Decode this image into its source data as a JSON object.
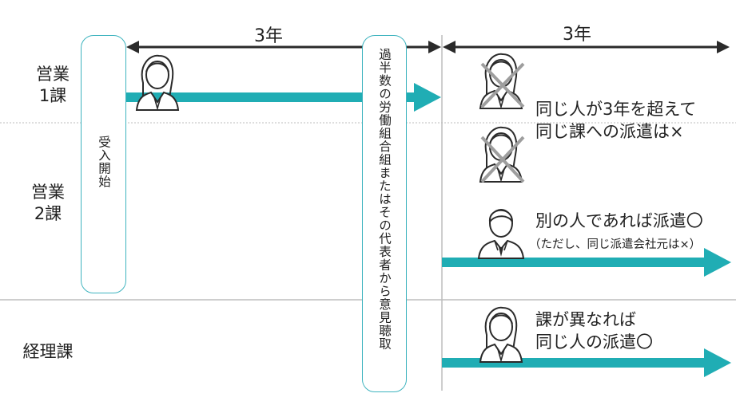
{
  "departments": {
    "sales1_line1": "営業",
    "sales1_line2": "1課",
    "sales2_line1": "営業",
    "sales2_line2": "2課",
    "accounting": "経理課"
  },
  "accept_start": "受入開始",
  "union_hearing": "過半数の労働組合組またはその代表者から意見聴取",
  "periods": {
    "first": "3年",
    "second": "3年"
  },
  "notes": {
    "same_person_line1": "同じ人が3年を超えて",
    "same_person_line2": "同じ課への派遣は×",
    "other_person": "別の人であれば派遣〇",
    "other_person_caveat": "（ただし、同じ派遣会社元は×）",
    "diff_dept_line1": "課が異なれば",
    "diff_dept_line2": "同じ人の派遣〇"
  },
  "colors": {
    "teal": "#20adb4",
    "teal_border": "#3fb4bf",
    "dark": "#2a2a2a",
    "cross": "#9e9e9e",
    "divider": "#bdbdbd"
  },
  "icons": {
    "female_worker": "woman-icon",
    "male_worker": "man-icon",
    "prohibited": "cross-icon"
  }
}
